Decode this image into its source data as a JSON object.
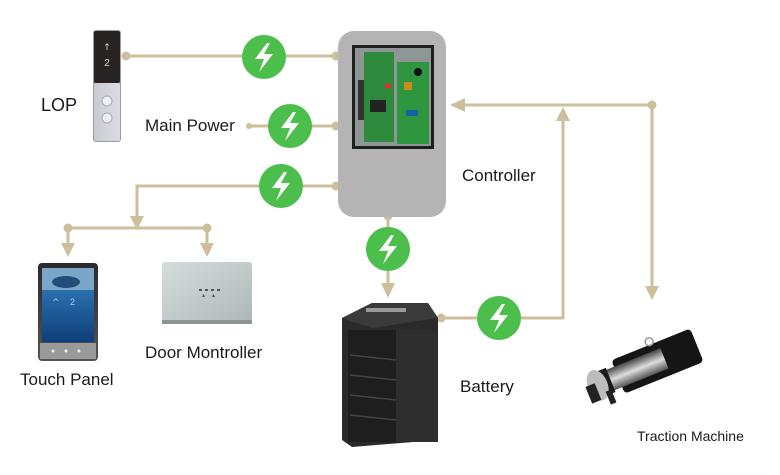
{
  "title": "Elevator System Power Diagram",
  "colors": {
    "connector": "#cdbf9c",
    "power_badge": "#4cbe4c",
    "controller_body": "#b4b4b4",
    "label_text": "#1a1a1a"
  },
  "nodes": {
    "lop": {
      "label": "LOP",
      "display_arrow": "↑",
      "display_floor": "2"
    },
    "main_power": {
      "label": "Main Power"
    },
    "controller": {
      "label": "Controller"
    },
    "touch_panel": {
      "label": "Touch Panel"
    },
    "door_controller": {
      "label": "Door Montroller"
    },
    "battery": {
      "label": "Battery"
    },
    "traction_machine": {
      "label": "Traction Machine"
    }
  },
  "power_icon": "lightning-bolt-icon",
  "connections": [
    {
      "from": "lop",
      "to": "controller",
      "powered": true
    },
    {
      "from": "main_power",
      "to": "controller",
      "powered": true
    },
    {
      "from": "controller",
      "to": "touch_panel",
      "powered": true
    },
    {
      "from": "controller",
      "to": "door_controller",
      "powered": true
    },
    {
      "from": "controller",
      "to": "battery",
      "powered": true
    },
    {
      "from": "battery",
      "to": "controller",
      "powered": true
    },
    {
      "from": "controller",
      "to": "traction_machine",
      "powered": false
    }
  ]
}
